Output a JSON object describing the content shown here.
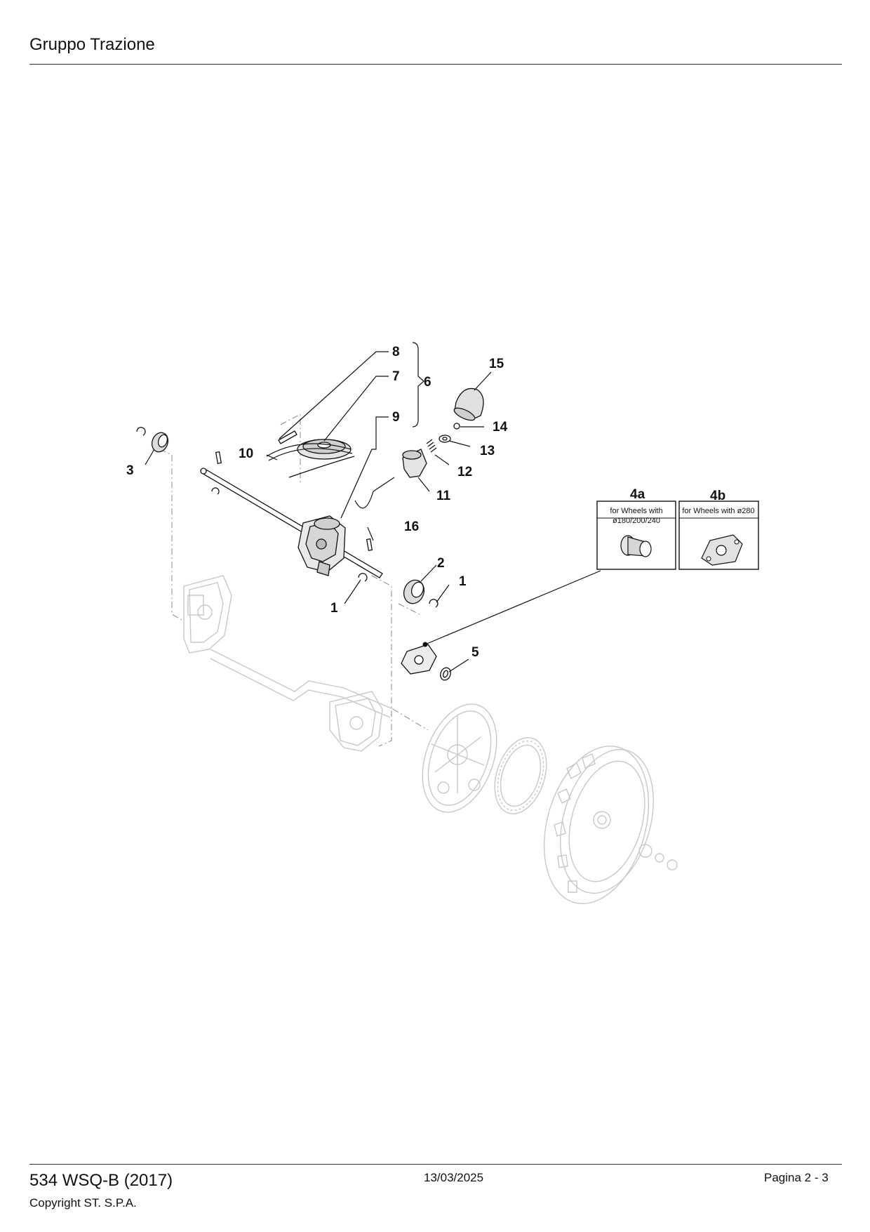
{
  "header": {
    "title": "Gruppo Trazione"
  },
  "footer": {
    "model": "534 WSQ-B (2017)",
    "copyright": "Copyright ST. S.P.A.",
    "date": "13/03/2025",
    "page": "Pagina 2 - 3"
  },
  "diagram": {
    "labels": {
      "l1a": "1",
      "l1b": "1",
      "l2": "2",
      "l3": "3",
      "l5": "5",
      "l6": "6",
      "l7": "7",
      "l8": "8",
      "l9": "9",
      "l10": "10",
      "l11": "11",
      "l12": "12",
      "l13": "13",
      "l14": "14",
      "l15": "15",
      "l16": "16",
      "l4a": "4a",
      "l4b": "4b"
    },
    "variant_4a": {
      "line1": "for Wheels with",
      "line2": "ø180/200/240"
    },
    "variant_4b": {
      "text": "for Wheels with ø280"
    }
  }
}
